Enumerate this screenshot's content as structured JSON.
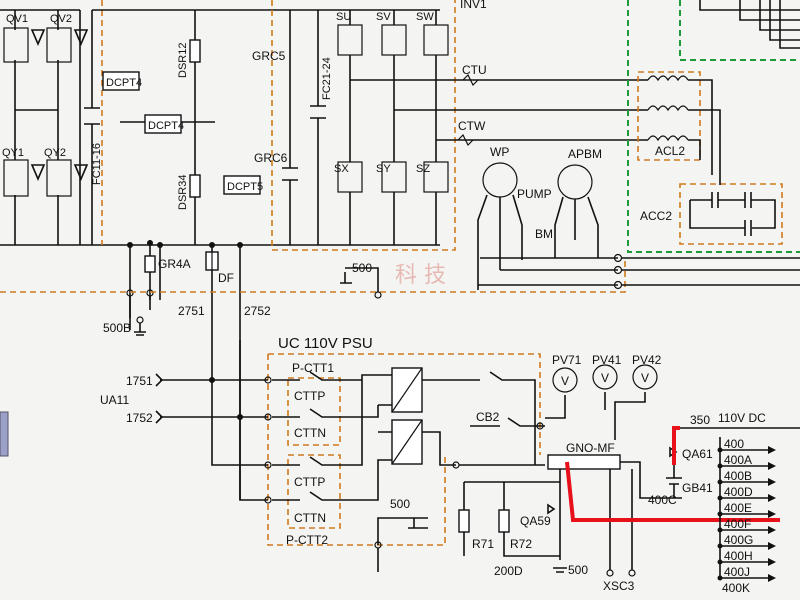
{
  "title": "UC  110V PSU",
  "labels": {
    "qv1": "QV1",
    "qv2": "QV2",
    "qy1": "QY1",
    "qy2": "QY2",
    "fc11": "FC11-16",
    "dsr12": "DSR12",
    "dsr34": "DSR34",
    "dcpt4a": "DCPT4",
    "dcpt4b": "DCPT4",
    "dcpt5": "DCPT5",
    "grc5": "GRC5",
    "grc6": "GRC6",
    "fc21": "FC21-24",
    "su": "SU",
    "sv": "SV",
    "sw": "SW",
    "sx": "SX",
    "sy": "SY",
    "sz": "SZ",
    "inv1": "INV1",
    "ctu": "CTU",
    "ctw": "CTW",
    "wp": "WP",
    "pump": "PUMP",
    "apbm": "APBM",
    "bm": "BM",
    "acl2": "ACL2",
    "acc2": "ACC2",
    "gr4a": "GR4A",
    "df": "DF",
    "n500_top": "500",
    "n500b": "500B",
    "n2751": "2751",
    "n2752": "2752",
    "n1751": "1751",
    "n1752": "1752",
    "ua11": "UA11",
    "pctt1": "P-CTT1",
    "pctt2": "P-CTT2",
    "cttp1": "CTTP",
    "cttn1": "CTTN",
    "cttp2": "CTTP",
    "cttn2": "CTTN",
    "cb2": "CB2",
    "pv71": "PV71",
    "pv41": "PV41",
    "pv42": "PV42",
    "v": "V",
    "gno": "GNO-MF",
    "n350": "350",
    "v110dc": "110V DC",
    "qa61": "QA61",
    "gb41": "GB41",
    "n400c": "400C",
    "qa59": "QA59",
    "r71": "R71",
    "r72": "R72",
    "n200d": "200D",
    "n500_bot": "500",
    "n500_mid": "500",
    "xsc3": "XSC3",
    "bus": [
      "400",
      "400A",
      "400B",
      "400D",
      "400E",
      "400F",
      "400G",
      "400H",
      "400J",
      "400K"
    ]
  },
  "watermark": "科 技",
  "colors": {
    "wire": "#111111",
    "dashed_box": "#d07a1e",
    "green_box": "#1e9a3a",
    "highlight": "#e8101a"
  }
}
